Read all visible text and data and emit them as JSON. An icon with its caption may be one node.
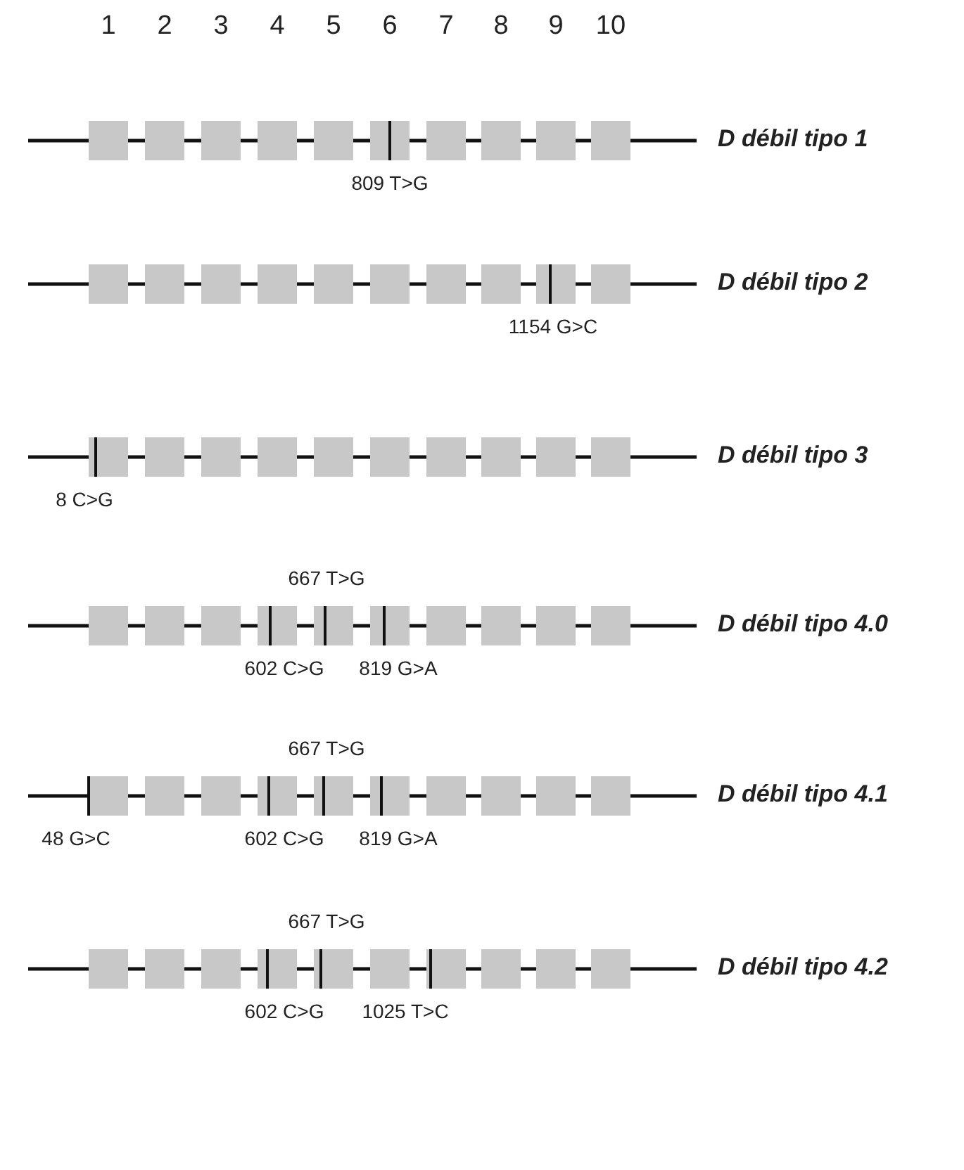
{
  "diagram": {
    "labels": [
      "1",
      "2",
      "3",
      "4",
      "5",
      "6",
      "7",
      "8",
      "9",
      "10",
      "D débil tipo 1",
      "809 T>G",
      "D débil tipo 2",
      "1154 G>C",
      "D débil tipo 3",
      "8 C>G",
      "667 T>G",
      "D débil tipo 4.0",
      "602 C>G",
      "819 G>A",
      "667 T>G",
      "D débil tipo 4.1",
      "48 G>C",
      "602 C>G",
      "819 G>A",
      "667 T>G",
      "D débil tipo 4.2",
      "602 C>G",
      "1025 T>C"
    ]
  }
}
